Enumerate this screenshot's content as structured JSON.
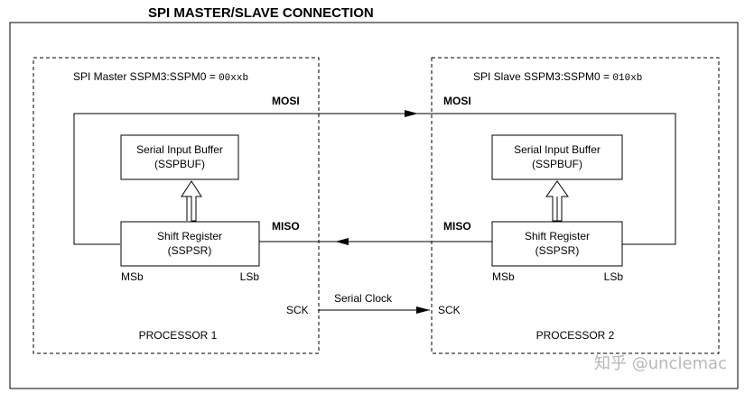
{
  "title": "SPI MASTER/SLAVE CONNECTION",
  "master": {
    "header_label": "SPI Master SSPM3:SSPM0 = ",
    "header_code": "00xxb",
    "buffer_line1": "Serial Input Buffer",
    "buffer_line2": "(SSPBUF)",
    "shift_line1": "Shift Register",
    "shift_line2": "(SSPSR)",
    "msb": "MSb",
    "lsb": "LSb",
    "processor": "PROCESSOR 1",
    "mosi": "MOSI",
    "miso": "MISO",
    "sck": "SCK"
  },
  "slave": {
    "header_label": "SPI Slave SSPM3:SSPM0 = ",
    "header_code": "010xb",
    "buffer_line1": "Serial Input Buffer",
    "buffer_line2": "(SSPBUF)",
    "shift_line1": "Shift Register",
    "shift_line2": "(SSPSR)",
    "msb": "MSb",
    "lsb": "LSb",
    "processor": "PROCESSOR 2",
    "mosi": "MOSI",
    "miso": "MISO",
    "sck": "SCK"
  },
  "serial_clock": "Serial Clock",
  "watermark": "知乎 @unclemac"
}
